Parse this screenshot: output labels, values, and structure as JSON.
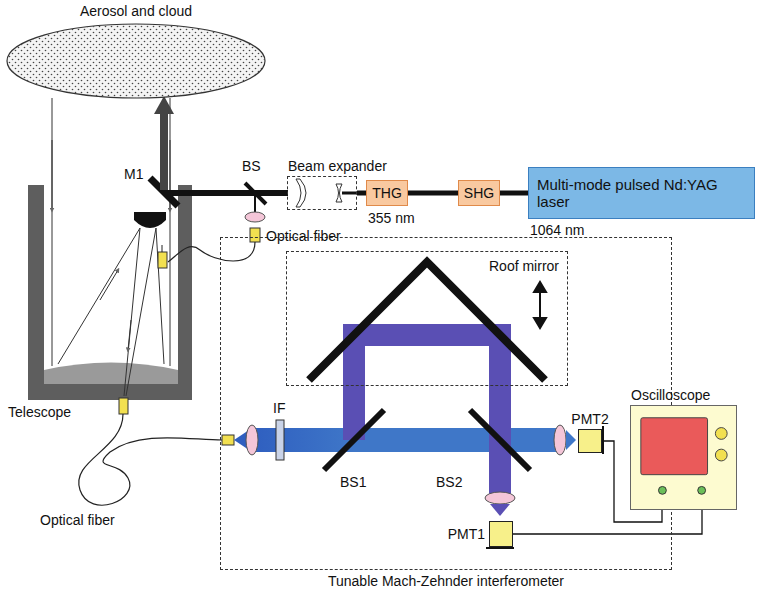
{
  "diagram": {
    "nodes": [
      {
        "text": [
          "Aerosol and cloud"
        ]
      },
      {
        "text": [
          "Beam expander"
        ]
      },
      {
        "text": [
          "THG"
        ]
      },
      {
        "text": [
          "SHG"
        ]
      },
      {
        "text": [
          "Multi-mode pulsed Nd:YAG laser"
        ]
      },
      {
        "text": [
          "Tunable Mach-Zehnder interferometer"
        ]
      },
      {
        "text": [
          "Roof mirror"
        ],
        "in": 5
      },
      {
        "text": [
          "PMT2"
        ],
        "in": 5
      },
      {
        "text": [
          "Oscilloscope"
        ]
      },
      {
        "text": [
          "PMT1"
        ],
        "in": 5
      }
    ],
    "edges": [
      {
        "from": 4,
        "to": 3,
        "arrow": "none"
      },
      {
        "from": 3,
        "to": 2,
        "arrow": "none"
      },
      {
        "from": 2,
        "to": 1,
        "arrow": "none"
      },
      {
        "from": 7,
        "to": 8,
        "arrow": "none"
      },
      {
        "from": 9,
        "to": 8,
        "arrow": "none"
      }
    ],
    "labels": [
      "BS",
      "M1",
      "355 nm",
      "1064 nm",
      "Optical fiber",
      "Telescope",
      "Optical fiber",
      "IF",
      "BS1",
      "BS2"
    ]
  }
}
